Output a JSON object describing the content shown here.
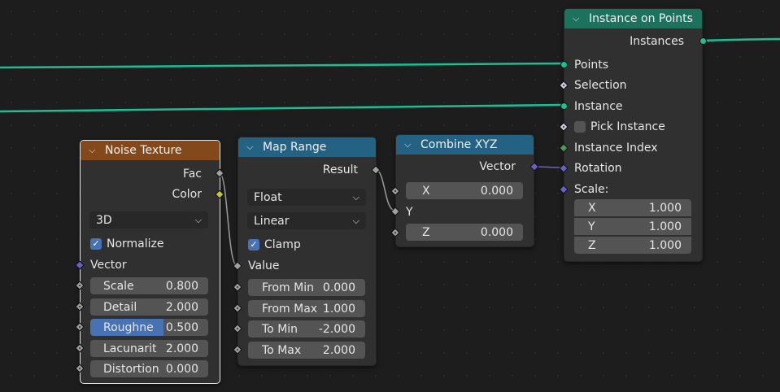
{
  "colors": {
    "geometry_wire": "#1abf96",
    "vector_wire": "#6363c7",
    "float_socket": "#a1a1a1",
    "color_socket": "#c7c729",
    "vector_socket": "#6363c7",
    "instance_header": "#1d725e",
    "texture_header": "#83491a",
    "converter_header": "#246283"
  },
  "noise": {
    "title": "Noise Texture",
    "out_fac": "Fac",
    "out_color": "Color",
    "dimensions": "3D",
    "normalize": "Normalize",
    "vector": "Vector",
    "scale_label": "Scale",
    "scale_value": "0.800",
    "detail_label": "Detail",
    "detail_value": "2.000",
    "roughness_label": "Roughne",
    "roughness_value": "0.500",
    "lacunarity_label": "Lacunarit",
    "lacunarity_value": "2.000",
    "distortion_label": "Distortion",
    "distortion_value": "0.000"
  },
  "maprange": {
    "title": "Map Range",
    "out_result": "Result",
    "data_type": "Float",
    "interpolation": "Linear",
    "clamp": "Clamp",
    "value": "Value",
    "from_min_label": "From Min",
    "from_min_value": "0.000",
    "from_max_label": "From Max",
    "from_max_value": "1.000",
    "to_min_label": "To Min",
    "to_min_value": "-2.000",
    "to_max_label": "To Max",
    "to_max_value": "2.000"
  },
  "combine": {
    "title": "Combine XYZ",
    "out_vector": "Vector",
    "x_label": "X",
    "x_value": "0.000",
    "y_label": "Y",
    "z_label": "Z",
    "z_value": "0.000"
  },
  "instance": {
    "title": "Instance on Points",
    "out_instances": "Instances",
    "points": "Points",
    "selection": "Selection",
    "instance": "Instance",
    "pick_instance": "Pick Instance",
    "instance_index": "Instance Index",
    "rotation": "Rotation",
    "scale": "Scale:",
    "sx_label": "X",
    "sx_value": "1.000",
    "sy_label": "Y",
    "sy_value": "1.000",
    "sz_label": "Z",
    "sz_value": "1.000"
  }
}
